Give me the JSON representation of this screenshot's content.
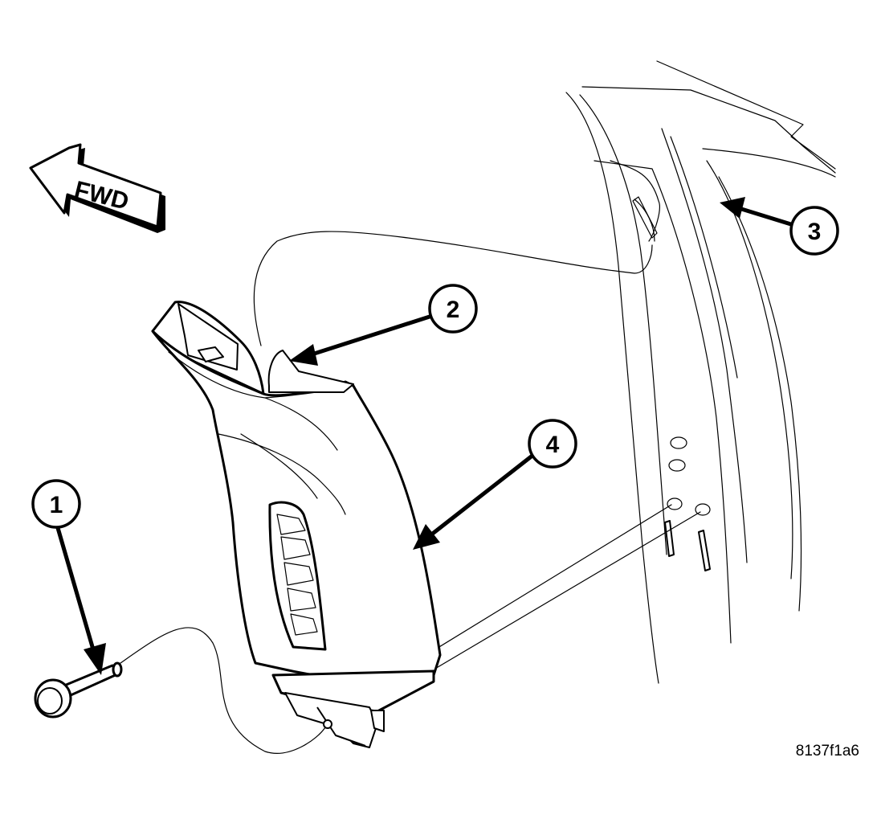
{
  "direction_indicator": {
    "label": "FWD"
  },
  "callouts": [
    {
      "id": "1",
      "label": "1"
    },
    {
      "id": "2",
      "label": "2"
    },
    {
      "id": "3",
      "label": "3"
    },
    {
      "id": "4",
      "label": "4"
    }
  ],
  "figure_id": "8137f1a6"
}
